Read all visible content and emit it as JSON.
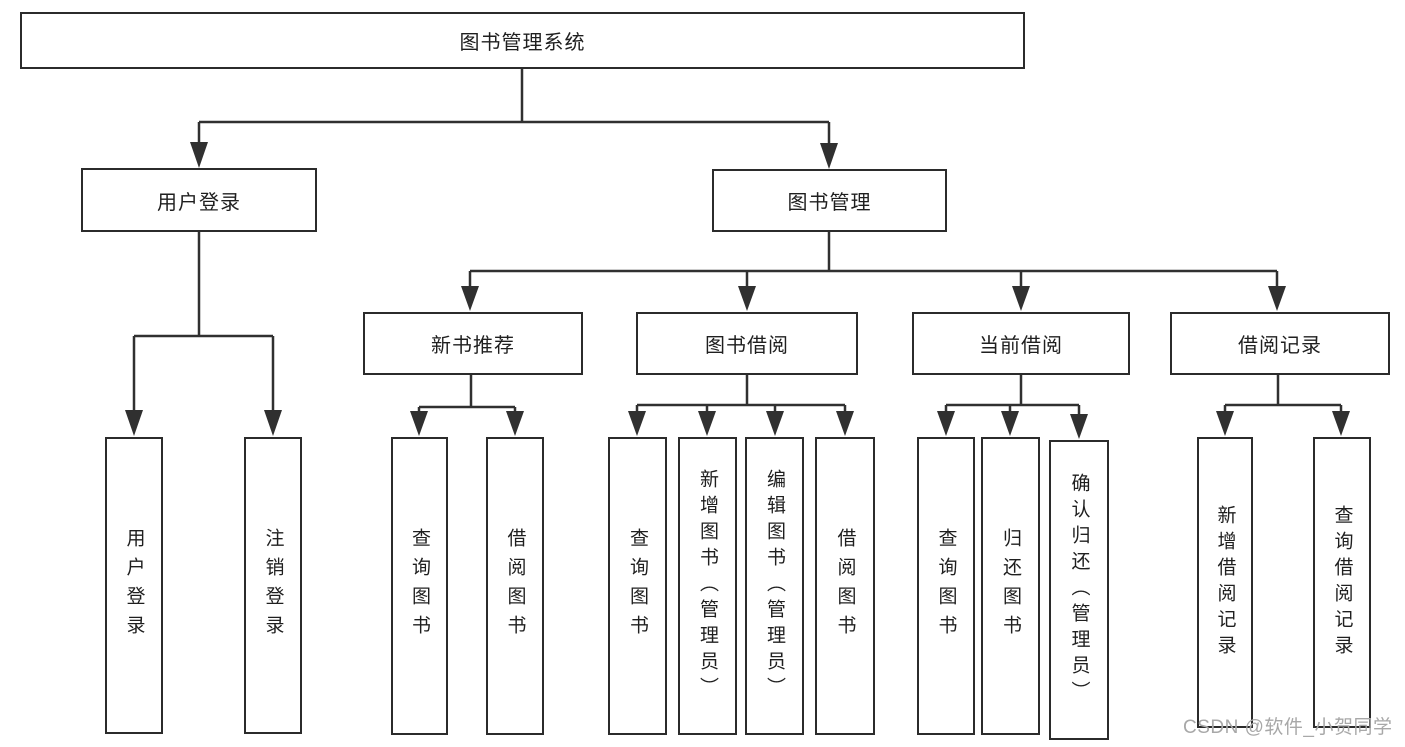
{
  "diagram": {
    "title": "图书管理系统",
    "root": {
      "label": "图书管理系统"
    },
    "level2": {
      "user_login": {
        "label": "用户登录"
      },
      "book_mgmt": {
        "label": "图书管理"
      }
    },
    "level3": {
      "new_books": {
        "label": "新书推荐"
      },
      "book_borrow": {
        "label": "图书借阅"
      },
      "current_borrow": {
        "label": "当前借阅"
      },
      "borrow_records": {
        "label": "借阅记录"
      }
    },
    "leaves": {
      "user_login": [
        "用户登录",
        "注销登录"
      ],
      "new_books": [
        "查询图书",
        "借阅图书"
      ],
      "book_borrow": [
        "查询图书",
        "新增图书（管理员）",
        "编辑图书（管理员）",
        "借阅图书"
      ],
      "current_borrow": [
        "查询图书",
        "归还图书",
        "确认归还（管理员）"
      ],
      "borrow_records": [
        "新增借阅记录",
        "查询借阅记录"
      ]
    },
    "watermark": "CSDN @软件_小贺同学",
    "colors": {
      "line": "#303030",
      "box_border": "#2b2b2b",
      "text": "#1f1f1f",
      "watermark": "#a8a8a8",
      "background": "#ffffff"
    }
  }
}
